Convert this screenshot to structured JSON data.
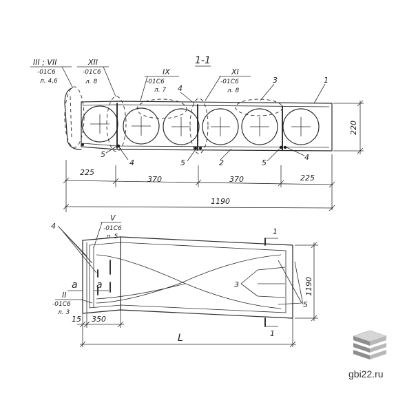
{
  "section_title": "1-1",
  "top_view": {
    "refs": [
      {
        "title": "III ; VII",
        "code": "-01С6",
        "sheet": "л. 4,6"
      },
      {
        "title": "XII",
        "code": "-01С6",
        "sheet": "л. 8"
      },
      {
        "title": "IX",
        "code": "-01С6",
        "sheet": "л. 7"
      },
      {
        "title": "XI",
        "code": "-01С6",
        "sheet": "л. 8"
      }
    ],
    "marks": {
      "m1": "1",
      "m2": "2",
      "m3": "3",
      "m4a": "4",
      "m4b": "4",
      "m4c": "4",
      "m5a": "5",
      "m5b": "5",
      "m5c": "5"
    },
    "height_dim": "220",
    "dims": [
      "225",
      "370",
      "370",
      "225"
    ],
    "total_dim": "1190"
  },
  "plan_view": {
    "marks": {
      "m4": "4",
      "m3": "3",
      "m5": "5"
    },
    "ref_v": {
      "title": "V",
      "code": "-01С6",
      "sheet": "л. 5"
    },
    "ref_ii": {
      "title": "II",
      "code": "-01С6",
      "sheet": "л. 3"
    },
    "a_labels": [
      "a",
      "a"
    ],
    "section_marks": [
      "1",
      "1"
    ],
    "width_dim": "1190",
    "dim_15": "15",
    "dim_350": "350",
    "length_label": "L"
  },
  "watermark": "gbi22.ru"
}
